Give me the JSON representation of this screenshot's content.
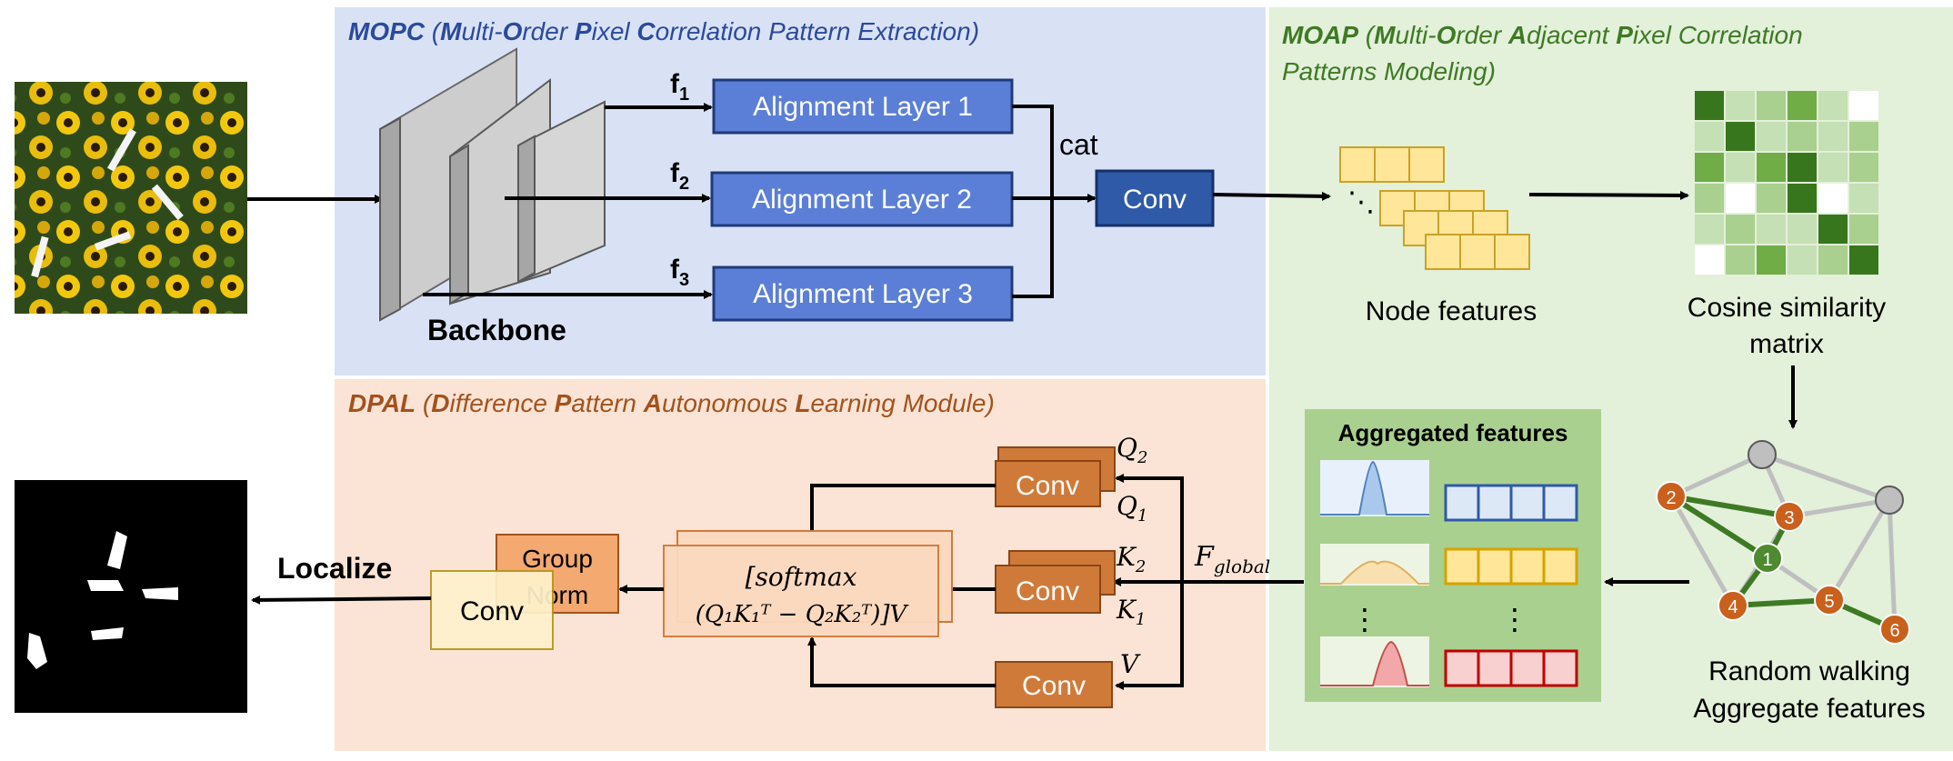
{
  "sections": {
    "mopc": {
      "abbr": "MOPC",
      "title_parts": [
        {
          "t": " (",
          "b": false
        },
        {
          "t": "M",
          "b": true
        },
        {
          "t": "ulti-",
          "b": false
        },
        {
          "t": "O",
          "b": true
        },
        {
          "t": "rder ",
          "b": false
        },
        {
          "t": "P",
          "b": true
        },
        {
          "t": "ixel ",
          "b": false
        },
        {
          "t": "C",
          "b": true
        },
        {
          "t": "orrelation Pattern Extraction)",
          "b": false
        }
      ],
      "color": "#2b4a9b",
      "bg": "#d9e2f5"
    },
    "moap": {
      "abbr": "MOAP",
      "line1_parts": [
        {
          "t": " (",
          "b": false
        },
        {
          "t": "M",
          "b": true
        },
        {
          "t": "ulti-",
          "b": false
        },
        {
          "t": "O",
          "b": true
        },
        {
          "t": "rder ",
          "b": false
        },
        {
          "t": "A",
          "b": true
        },
        {
          "t": "djacent ",
          "b": false
        },
        {
          "t": "P",
          "b": true
        },
        {
          "t": "ixel Correlation",
          "b": false
        }
      ],
      "line2": "Patterns Modeling)",
      "color": "#3e7a24",
      "bg": "#e3f0da"
    },
    "dpal": {
      "abbr": "DPAL",
      "title_parts": [
        {
          "t": " (",
          "b": false
        },
        {
          "t": "D",
          "b": true
        },
        {
          "t": "ifference ",
          "b": false
        },
        {
          "t": "P",
          "b": true
        },
        {
          "t": "attern ",
          "b": false
        },
        {
          "t": "A",
          "b": true
        },
        {
          "t": "utonomous ",
          "b": false
        },
        {
          "t": "L",
          "b": true
        },
        {
          "t": "earning Module)",
          "b": false
        }
      ],
      "color": "#a3521d",
      "bg": "#fbe4d5"
    }
  },
  "mopc": {
    "backbone_label": "Backbone",
    "features": [
      {
        "f": "f",
        "sub": "1"
      },
      {
        "f": "f",
        "sub": "2"
      },
      {
        "f": "f",
        "sub": "3"
      }
    ],
    "alignment_layers": [
      "Alignment Layer 1",
      "Alignment Layer 2",
      "Alignment Layer 3"
    ],
    "cat_label": "cat",
    "conv_label": "Conv"
  },
  "moap": {
    "node_features_label": "Node features",
    "cosine_label_1": "Cosine similarity",
    "cosine_label_2": "matrix",
    "aggregated_title": "Aggregated features",
    "vdots": "⋮",
    "random_walk_1": "Random walking",
    "random_walk_2": "Aggregate features",
    "graph_node_labels": [
      "1",
      "2",
      "3",
      "4",
      "5",
      "6"
    ],
    "matrix_levels": [
      [
        4,
        1,
        2,
        3,
        1,
        0
      ],
      [
        1,
        4,
        1,
        2,
        1,
        2
      ],
      [
        3,
        1,
        3,
        4,
        1,
        2
      ],
      [
        2,
        0,
        2,
        4,
        0,
        1
      ],
      [
        1,
        2,
        1,
        1,
        4,
        2
      ],
      [
        0,
        2,
        3,
        1,
        2,
        4
      ]
    ]
  },
  "dpal": {
    "conv_labels": [
      "Conv",
      "Conv",
      "Conv"
    ],
    "q2": "Q",
    "q2_sub": "2",
    "q1": "Q",
    "q1_sub": "1",
    "k2": "K",
    "k2_sub": "2",
    "k1": "K",
    "k1_sub": "1",
    "v": "V",
    "f_global": "F",
    "f_global_sub": "global",
    "attn_line1": "[softmax",
    "attn_line2": "(Q₁K₁ᵀ − Q₂K₂ᵀ)]V",
    "group_norm_1": "Group",
    "group_norm_2": "Norm",
    "final_conv": "Conv",
    "localize_label": "Localize"
  },
  "colors": {
    "align_fill": "#5b7fd6",
    "align_stroke": "#1f3a7a",
    "conv_dark": "#2f5aa8",
    "node_fill": "#ffe699",
    "node_stroke": "#c9a227",
    "orange_conv": "#d07a3a",
    "orange_light": "#fbd9bf",
    "yellow_conv": "#fff2cc",
    "graph_green": "#4e8a2f",
    "graph_orange": "#c9601c",
    "graph_grey": "#bfbfbf"
  }
}
